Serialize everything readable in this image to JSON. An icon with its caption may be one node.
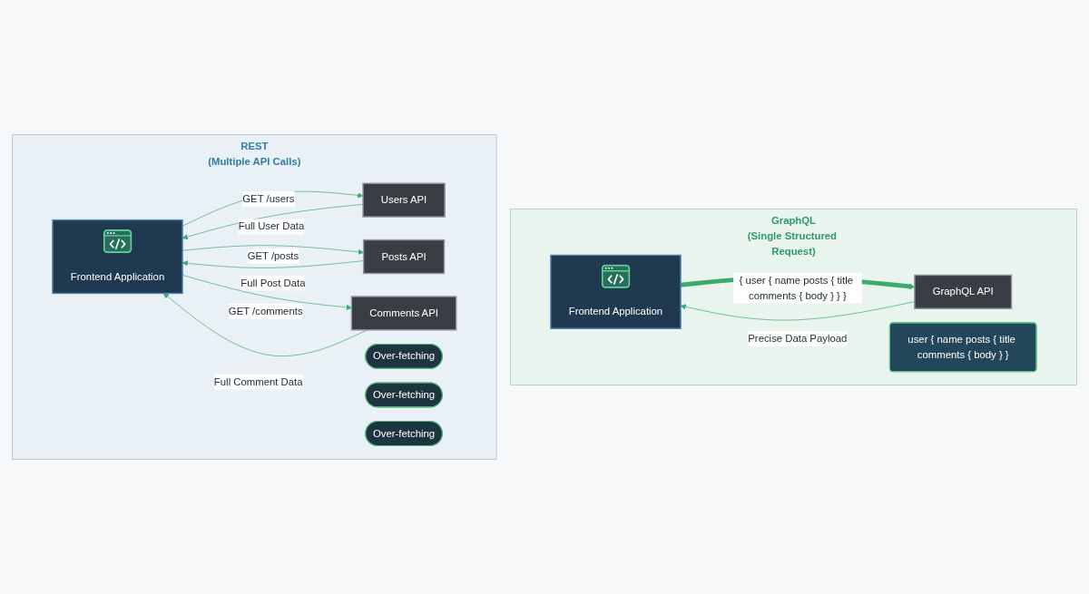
{
  "diagram": {
    "nodes": [
      {
        "text": [
          "REST",
          "(Multiple API Calls)"
        ]
      },
      {
        "text": [
          "Frontend Application"
        ],
        "in": 0
      },
      {
        "text": [
          "Users API"
        ],
        "in": 0
      },
      {
        "text": [
          "Over-fetching"
        ],
        "in": 0
      },
      {
        "text": [
          "Posts API"
        ],
        "in": 0
      },
      {
        "text": [
          "Over-fetching"
        ],
        "in": 0
      },
      {
        "text": [
          "Comments API"
        ],
        "in": 0
      },
      {
        "text": [
          "Over-fetching"
        ],
        "in": 0
      },
      {
        "text": [
          "GraphQL",
          "(Single Structured Request)"
        ]
      },
      {
        "text": [
          "Frontend Application"
        ],
        "in": 8
      },
      {
        "text": [
          "GraphQL API"
        ],
        "in": 8
      },
      {
        "text": [
          "user { name posts { title comments { body } }"
        ],
        "in": 8
      }
    ],
    "edges": [
      {
        "from": 1,
        "to": 2,
        "arrow": "to",
        "label": "GET /users"
      },
      {
        "from": 2,
        "to": 1,
        "arrow": "to",
        "label": "Full User Data"
      },
      {
        "from": 1,
        "to": 4,
        "arrow": "to",
        "label": "GET /posts"
      },
      {
        "from": 4,
        "to": 1,
        "arrow": "to",
        "label": "Full Post Data"
      },
      {
        "from": 1,
        "to": 6,
        "arrow": "to",
        "label": "GET /comments"
      },
      {
        "from": 6,
        "to": 1,
        "arrow": "to",
        "label": "Full Comment Data"
      },
      {
        "from": 9,
        "to": 10,
        "arrow": "to",
        "label": "{ user { name posts { title comments { body } } }",
        "style": "thick"
      },
      {
        "from": 10,
        "to": 9,
        "arrow": "to",
        "label": "Precise Data Payload"
      }
    ]
  }
}
